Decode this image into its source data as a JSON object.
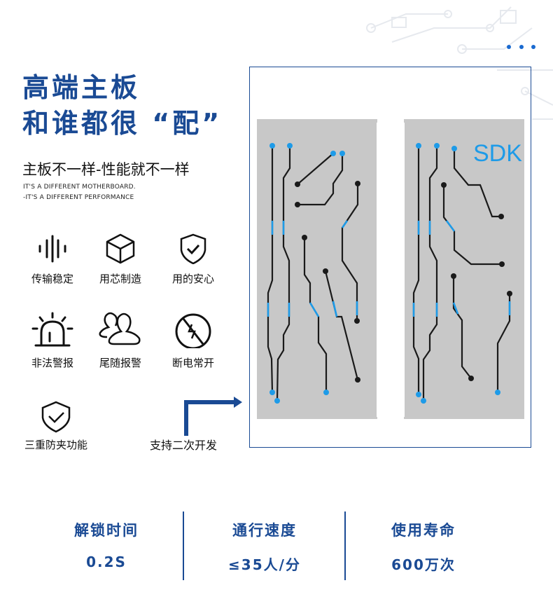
{
  "headline": {
    "line1": "高端主板",
    "line2": "和谁都很 “配”"
  },
  "subtitle": "主板不一样-性能就不一样",
  "english": {
    "line1": "IT'S A DIFFERENT MOTHERBOARD.",
    "line2": "-IT'S A DIFFERENT PERFORMANCE"
  },
  "features": [
    {
      "label": "传输稳定",
      "icon": "signal-bars-icon"
    },
    {
      "label": "用芯制造",
      "icon": "cube-icon"
    },
    {
      "label": "用的安心",
      "icon": "shield-check-icon"
    },
    {
      "label": "非法警报",
      "icon": "alarm-light-icon"
    },
    {
      "label": "尾随报警",
      "icon": "users-icon"
    },
    {
      "label": "断电常开",
      "icon": "power-off-icon"
    },
    {
      "label": "三重防夹功能",
      "icon": "shield-check-icon"
    }
  ],
  "sdk": {
    "label": "支持二次开发",
    "logo": "SDK"
  },
  "stats": [
    {
      "label": "解锁时间",
      "value": "0.2S"
    },
    {
      "label": "通行速度",
      "value": "≤35人/分"
    },
    {
      "label": "使用寿命",
      "value": "600万次"
    }
  ],
  "colors": {
    "brand": "#1a4a94",
    "trace_blue": "#1e9be8"
  }
}
